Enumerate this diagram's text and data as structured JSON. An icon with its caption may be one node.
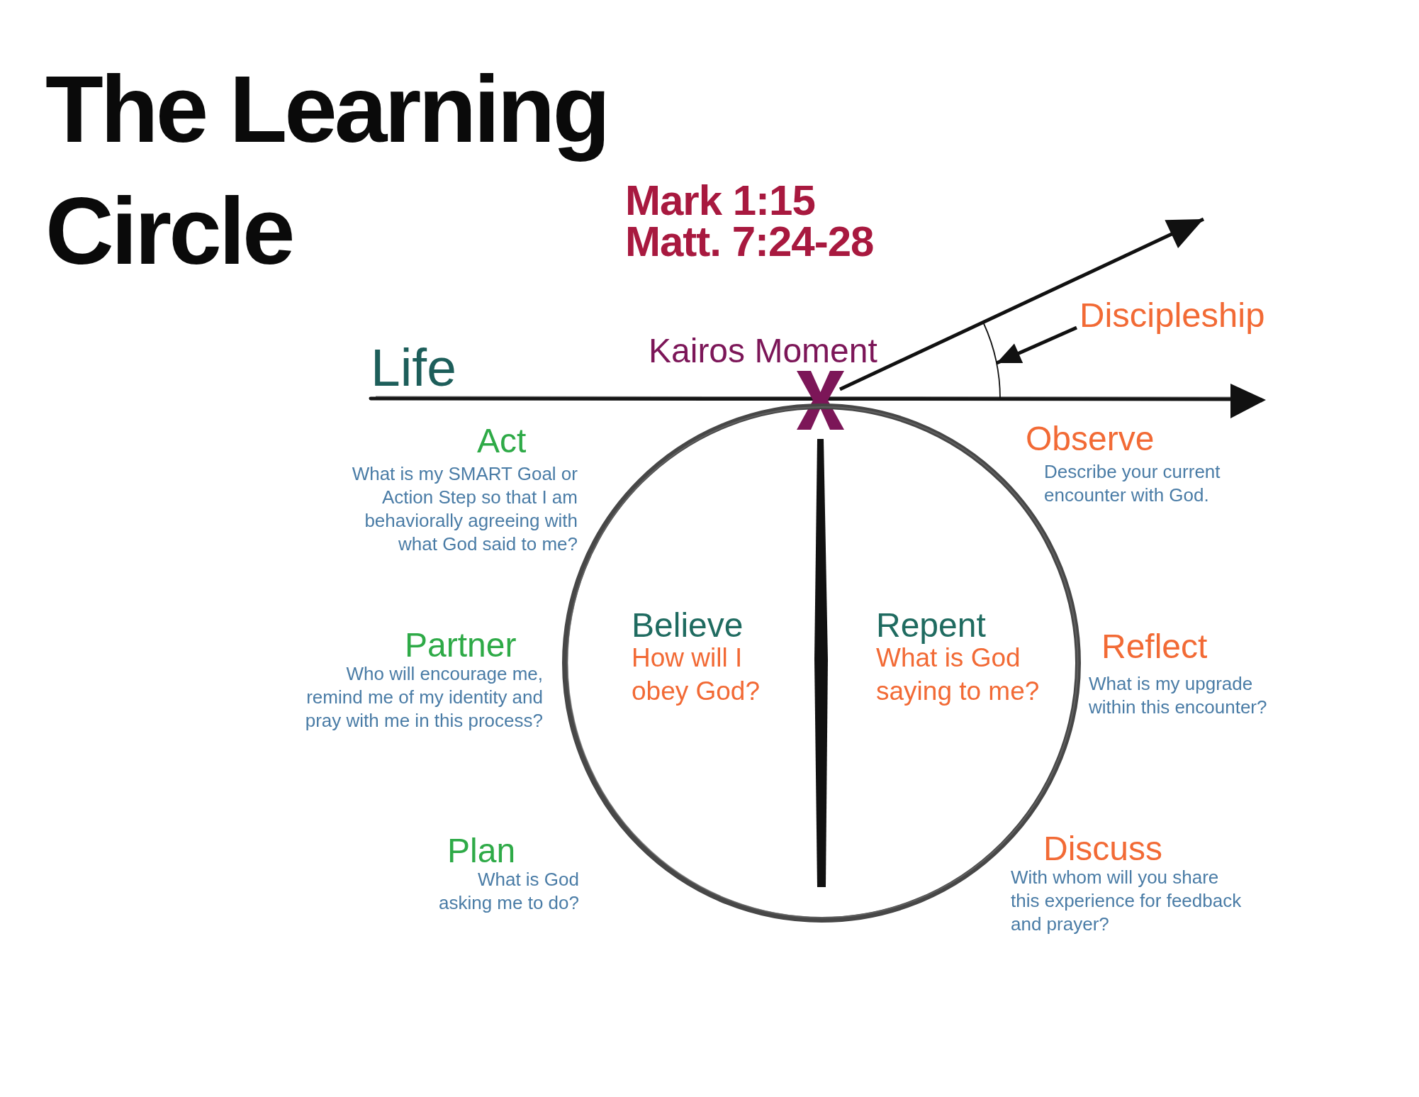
{
  "diagram": {
    "title": "The Learning Circle",
    "nodes": [
      {
        "text": [
          "Discipleship"
        ]
      },
      {
        "text": [],
        "shape": "cross",
        "beside": [
          "Kairos Moment"
        ]
      },
      {
        "text": [],
        "shape": "arc"
      },
      {
        "text": [],
        "shape": "circle"
      },
      {
        "text": [
          "Believe",
          "How will I obey God?"
        ],
        "in": 3
      },
      {
        "text": [
          "Repent",
          "What is God saying to me?"
        ],
        "in": 3
      }
    ],
    "edges": [
      {
        "from": 1,
        "to": null,
        "arrow": "to"
      },
      {
        "from": 0,
        "to": 2,
        "arrow": "to"
      }
    ],
    "labels": [
      "Mark 1:15",
      "Matt. 7:24-28",
      "Life",
      "Act",
      "What is my SMART Goal or Action Step so that I am behaviorally agreeing with what God said to me?",
      "Observe",
      "Describe your current encounter with God.",
      "Partner",
      "Who will encourage me, remind me of my identity and pray with me in this process?",
      "Reflect",
      "What is my upgrade within this encounter?",
      "Plan",
      "What is God asking me to do?",
      "Discuss",
      "With whom will you share this experience for feedback and prayer?"
    ]
  }
}
